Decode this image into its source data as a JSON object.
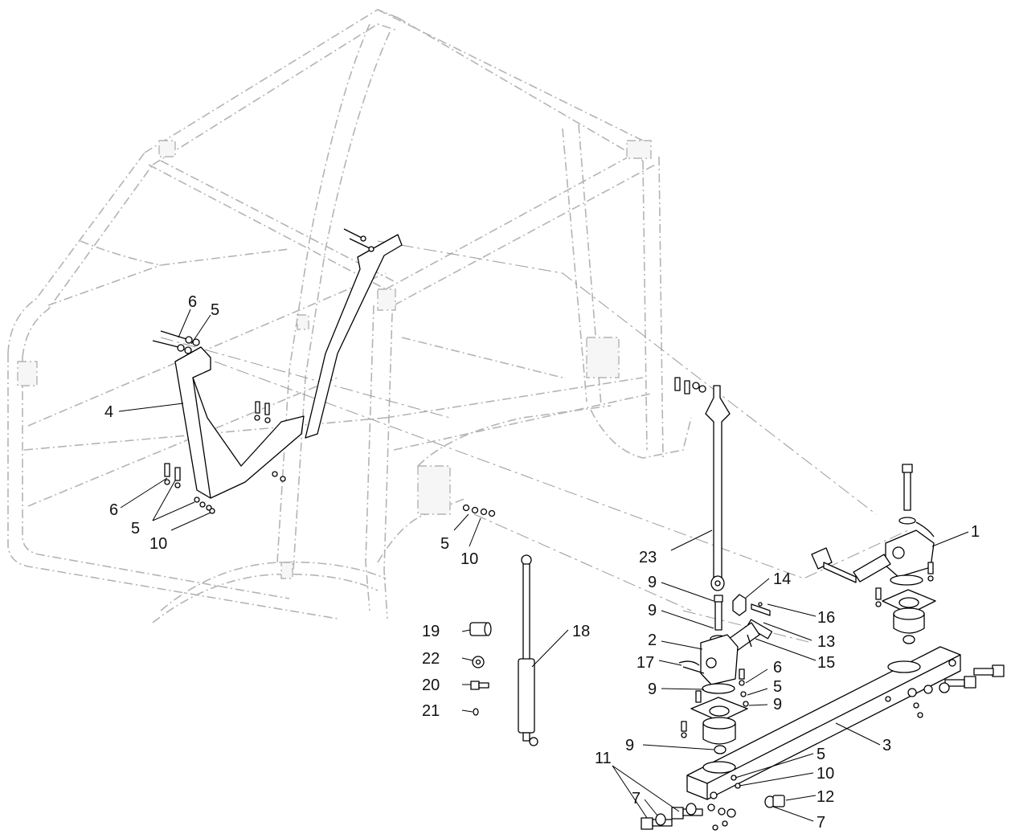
{
  "callouts": {
    "c1": "1",
    "c2": "2",
    "c3": "3",
    "c4": "4",
    "c5": "5",
    "c6": "6",
    "c7": "7",
    "c9": "9",
    "c10": "10",
    "c11": "11",
    "c12": "12",
    "c13": "13",
    "c14": "14",
    "c15": "15",
    "c16": "16",
    "c17": "17",
    "c18": "18",
    "c19": "19",
    "c20": "20",
    "c21": "21",
    "c22": "22",
    "c23": "23"
  },
  "colors": {
    "background": "#ffffff",
    "part_stroke": "#000000",
    "frame_phantom": "#b4b4b4"
  }
}
